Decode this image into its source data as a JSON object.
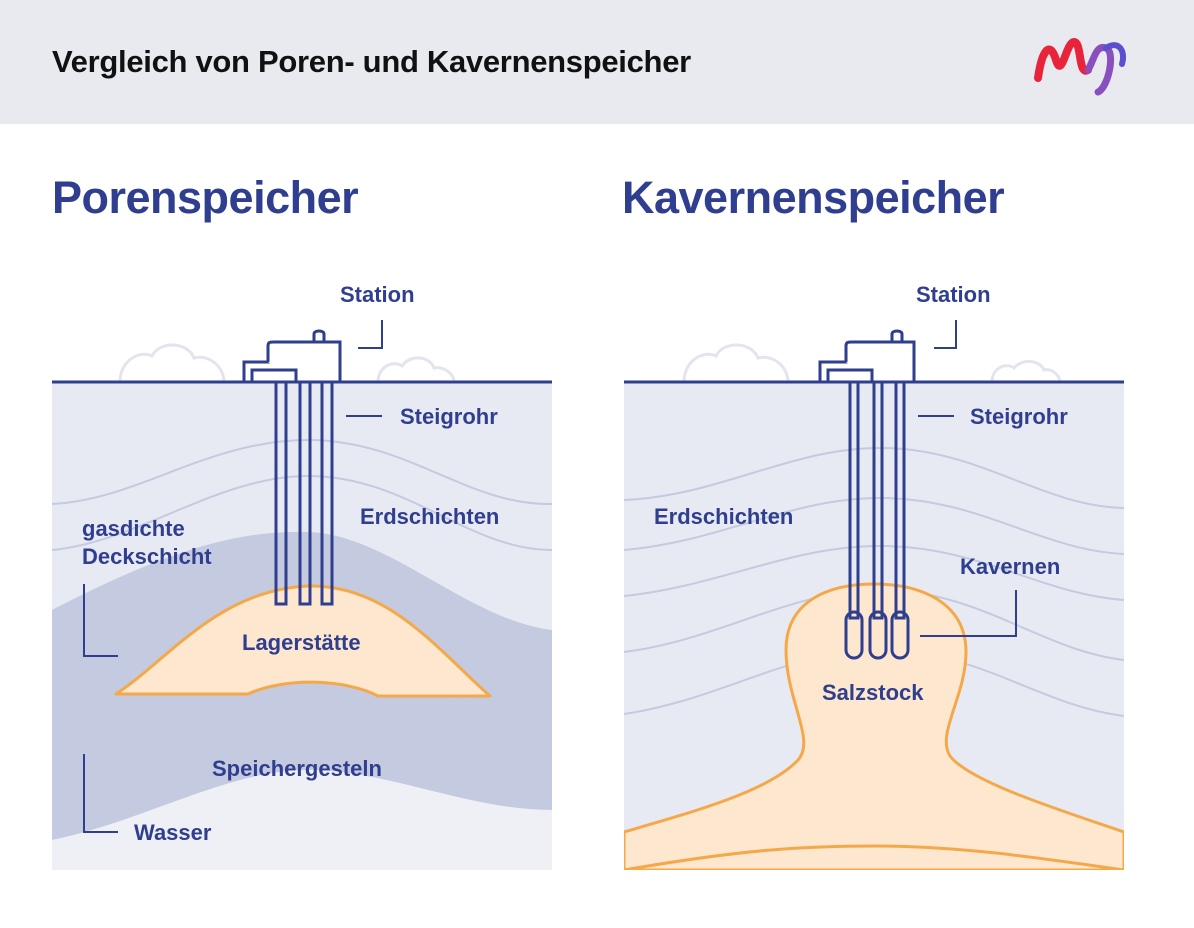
{
  "header": {
    "title": "Vergleich von Poren- und Kavernenspeicher"
  },
  "colors": {
    "brand_blue": "#2f3e8e",
    "layer_light": "#e8eaf3",
    "layer_mid": "#c4cadf",
    "storage_fill": "#fde8cf",
    "storage_line": "#f5a84a",
    "logo_red": "#e8243a",
    "logo_purple": "#8a4fbf"
  },
  "left": {
    "title": "Porenspeicher",
    "labels": {
      "station": "Station",
      "riser": "Steigrohr",
      "strata": "Erdschichten",
      "cap_line1": "gasdichte",
      "cap_line2": "Deckschicht",
      "deposit": "Lagerstätte",
      "reservoir_rock": "Speichergesteln",
      "water": "Wasser"
    }
  },
  "right": {
    "title": "Kavernenspeicher",
    "labels": {
      "station": "Station",
      "riser": "Steigrohr",
      "strata": "Erdschichten",
      "caverns": "Kavernen",
      "salt_dome": "Salzstock"
    }
  }
}
